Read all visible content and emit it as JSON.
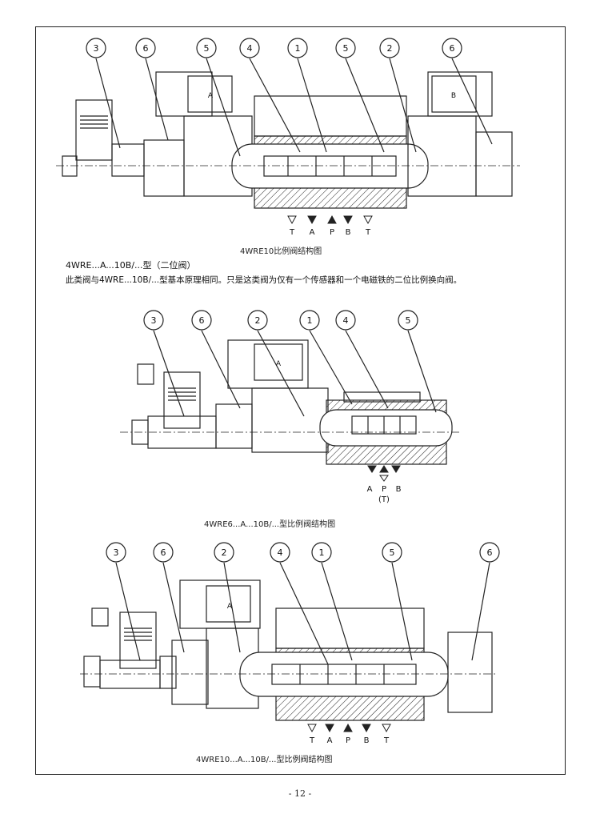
{
  "page": {
    "number": "- 12 -"
  },
  "fig1": {
    "callouts": [
      "3",
      "6",
      "5",
      "4",
      "1",
      "5",
      "2",
      "6"
    ],
    "coil_labels": [
      "A",
      "B"
    ],
    "ports": [
      "T",
      "A",
      "P",
      "B",
      "T"
    ],
    "caption": "4WRE10比例阀结构图"
  },
  "text": {
    "line1": "4WRE...A...10B/...型（二位阀）",
    "line2": "此类阀与4WRE...10B/...型基本原理相同。只是这类阀为仅有一个传感器和一个电磁铁的二位比例换向阀。"
  },
  "fig2": {
    "callouts": [
      "3",
      "6",
      "2",
      "1",
      "4",
      "5"
    ],
    "coil_labels": [
      "A"
    ],
    "ports": [
      "A",
      "P",
      "B"
    ],
    "paren_t": "(T)",
    "caption": "4WRE6...A...10B/...型比例阀结构图"
  },
  "fig3": {
    "callouts": [
      "3",
      "6",
      "2",
      "4",
      "1",
      "5",
      "6"
    ],
    "coil_labels": [
      "A"
    ],
    "ports": [
      "T",
      "A",
      "P",
      "B",
      "T"
    ],
    "caption": "4WRE10...A...10B/...型比例阀结构图"
  }
}
